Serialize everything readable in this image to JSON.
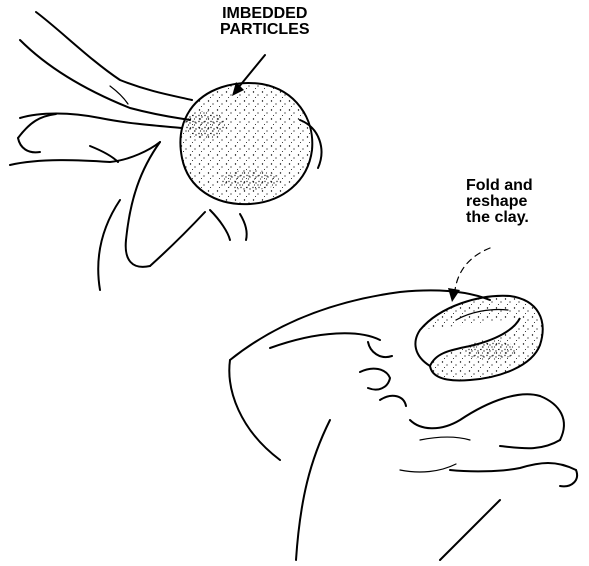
{
  "labels": {
    "particles_line1": "IMBEDDED",
    "particles_line2": "PARTICLES",
    "fold_line1": "Fold and",
    "fold_line2": "reshape",
    "fold_line3": "the clay."
  }
}
